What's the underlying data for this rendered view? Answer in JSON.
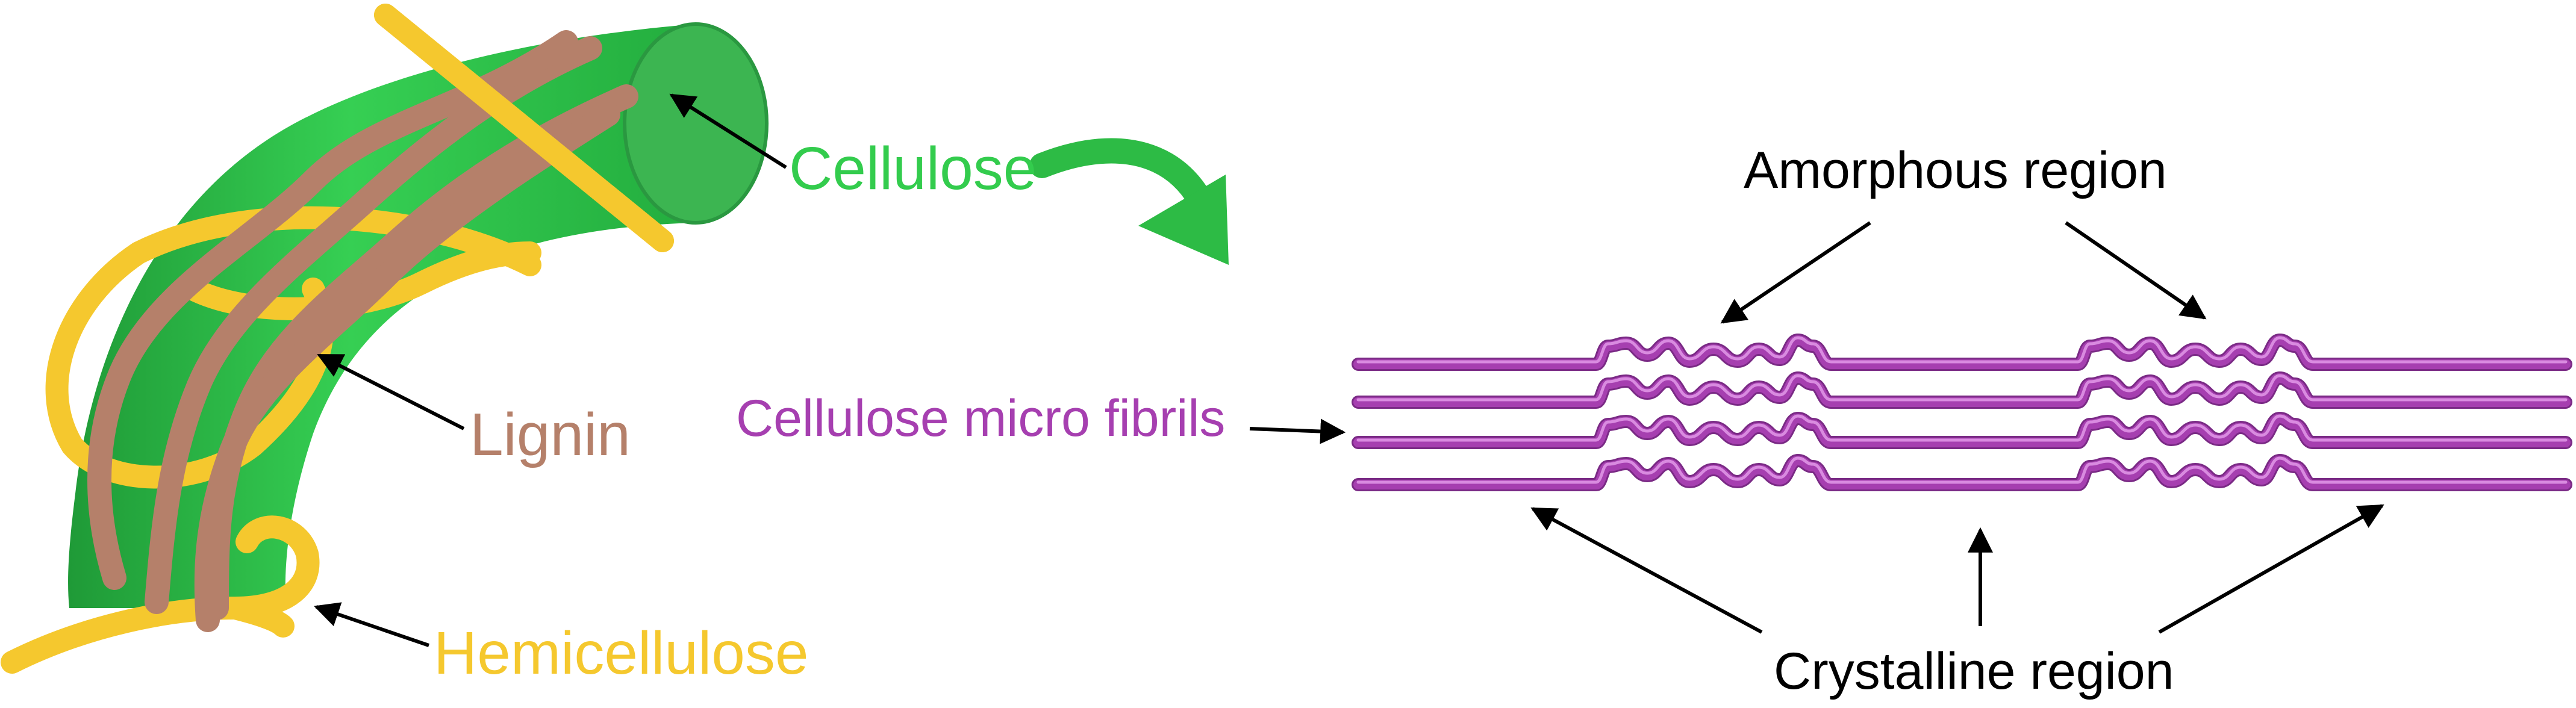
{
  "labels": {
    "cellulose": "Cellulose",
    "lignin": "Lignin",
    "hemicellulose": "Hemicellulose",
    "microfibrils": "Cellulose micro fibrils",
    "amorphous": "Amorphous region",
    "crystalline": "Crystalline region"
  },
  "colors": {
    "cellulose": "#33cc4d",
    "cellulose_dark": "#239a38",
    "lignin": "#b5806a",
    "hemicellulose": "#f5c82e",
    "fibril": "#a63fb0",
    "arrow": "#000000"
  }
}
